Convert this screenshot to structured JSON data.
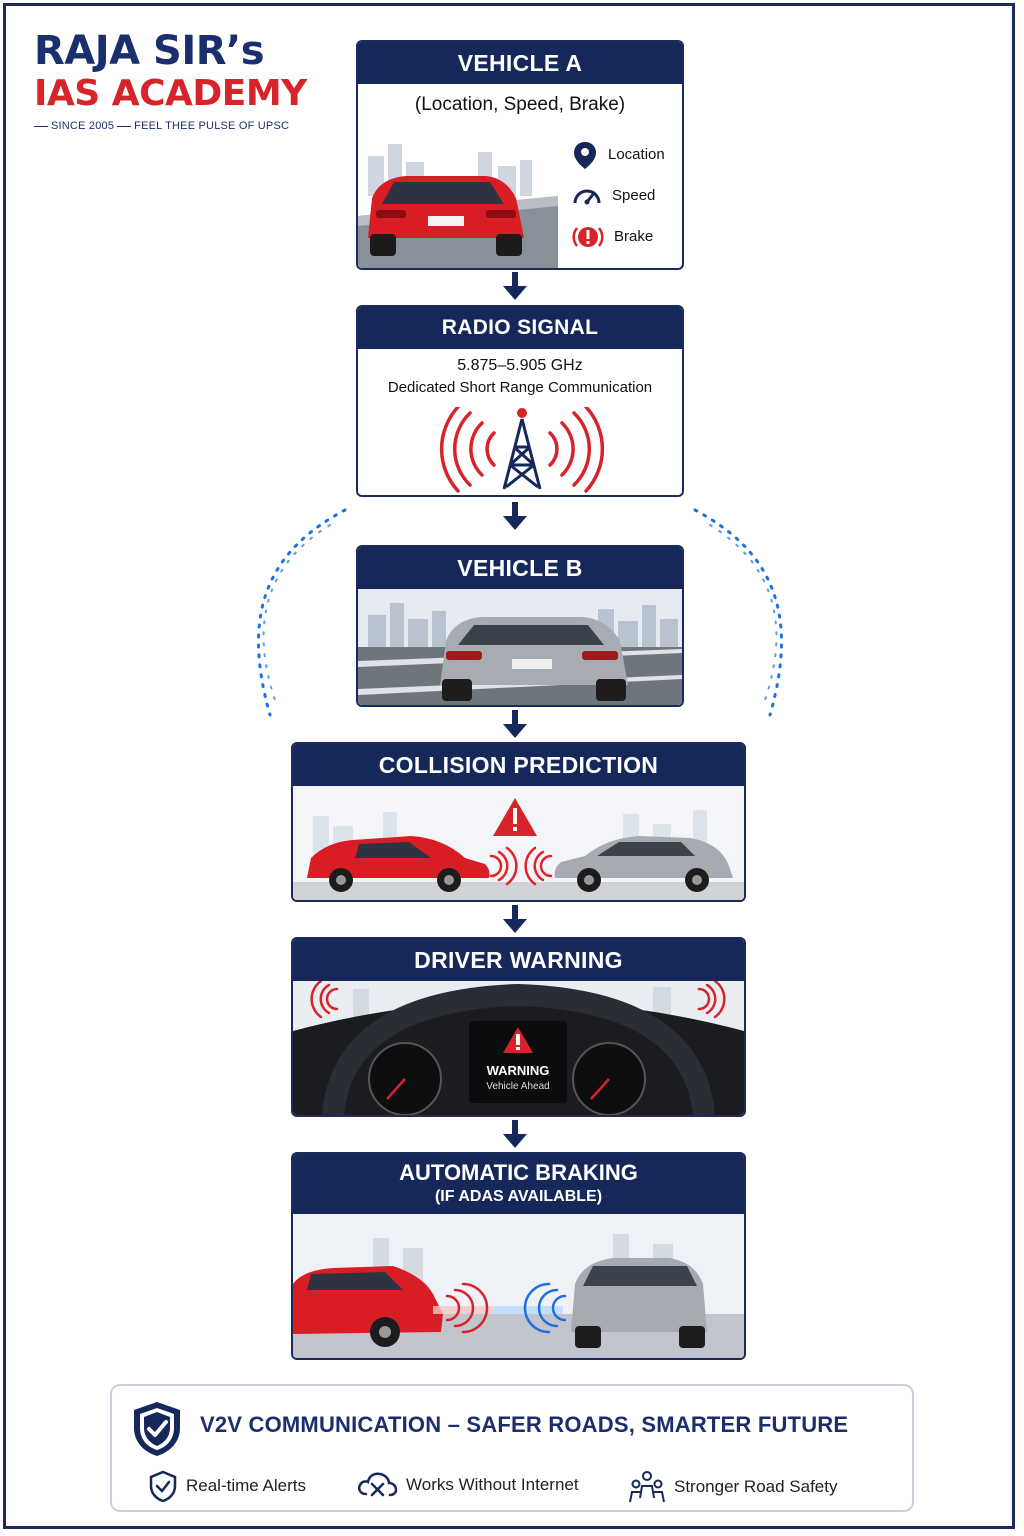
{
  "logo": {
    "line1": "RAJA SIR’s",
    "line2": "IAS ACADEMY",
    "tagline_left": "SINCE 2005",
    "tagline_right": "FEEL THEE PULSE OF UPSC"
  },
  "steps": {
    "vehicle_a": {
      "title": "VEHICLE A",
      "subtitle": "(Location, Speed, Brake)",
      "legend": [
        {
          "icon": "location-pin-icon",
          "label": "Location"
        },
        {
          "icon": "speedometer-icon",
          "label": "Speed"
        },
        {
          "icon": "brake-warning-icon",
          "label": "Brake"
        }
      ]
    },
    "radio_signal": {
      "title": "RADIO SIGNAL",
      "frequency": "5.875–5.905 GHz",
      "description": "Dedicated Short Range Communication"
    },
    "vehicle_b": {
      "title": "VEHICLE B"
    },
    "collision_prediction": {
      "title": "COLLISION PREDICTION"
    },
    "driver_warning": {
      "title": "DRIVER WARNING",
      "warning_title": "WARNING",
      "warning_text": "Vehicle Ahead"
    },
    "automatic_braking": {
      "title": "AUTOMATIC BRAKING",
      "subtitle": "(IF ADAS AVAILABLE)"
    }
  },
  "summary": {
    "title": "V2V COMMUNICATION – SAFER ROADS, SMARTER FUTURE",
    "features": [
      {
        "icon": "shield-check-icon",
        "label": "Real-time Alerts"
      },
      {
        "icon": "cloud-offline-icon",
        "label": "Works Without Internet"
      },
      {
        "icon": "people-icon",
        "label": "Stronger Road Safety"
      }
    ]
  },
  "colors": {
    "navy": "#16285a",
    "red": "#d7232a",
    "blue": "#1e6fe0"
  }
}
